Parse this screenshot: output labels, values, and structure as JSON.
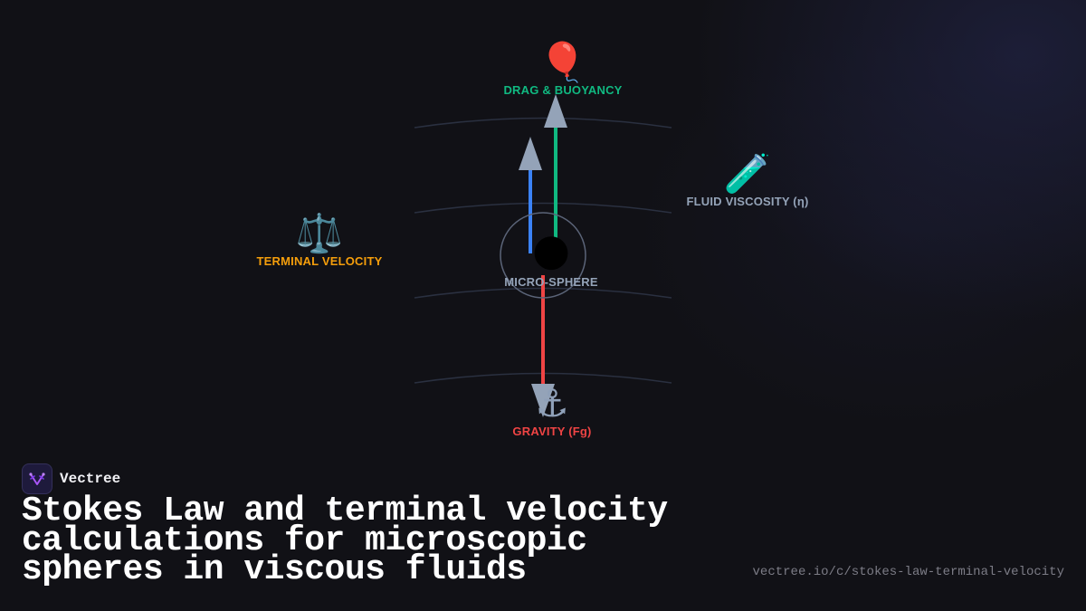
{
  "diagram": {
    "drag": {
      "icon": "🎈",
      "icon_name": "balloon-icon",
      "label": "DRAG & BUOYANCY",
      "color": "#10b981"
    },
    "viscosity": {
      "icon": "🧪",
      "icon_name": "test-tube-icon",
      "label": "FLUID VISCOSITY (η)",
      "color": "#94a3b8"
    },
    "terminal": {
      "icon": "⚖️",
      "icon_name": "scales-icon",
      "label": "TERMINAL VELOCITY",
      "color": "#f59e0b"
    },
    "sphere": {
      "icon": "🌑",
      "icon_name": "sphere-icon",
      "label": "MICRO-SPHERE",
      "color": "#94a3b8"
    },
    "gravity": {
      "icon": "⚓",
      "icon_name": "anchor-icon",
      "label": "GRAVITY (Fg)",
      "color": "#ef4444"
    },
    "arrow_colors": {
      "drag": "#10b981",
      "buoyancy": "#3b82f6",
      "gravity": "#ef4444",
      "arrowhead": "#94a3b8"
    }
  },
  "brand": {
    "name": "Vectree",
    "logo_icon": "vectree-logo-icon",
    "accent": "#a855f7"
  },
  "title": "Stokes Law and terminal velocity calculations for microscopic spheres in viscous fluids",
  "url": "vectree.io/c/stokes-law-terminal-velocity"
}
